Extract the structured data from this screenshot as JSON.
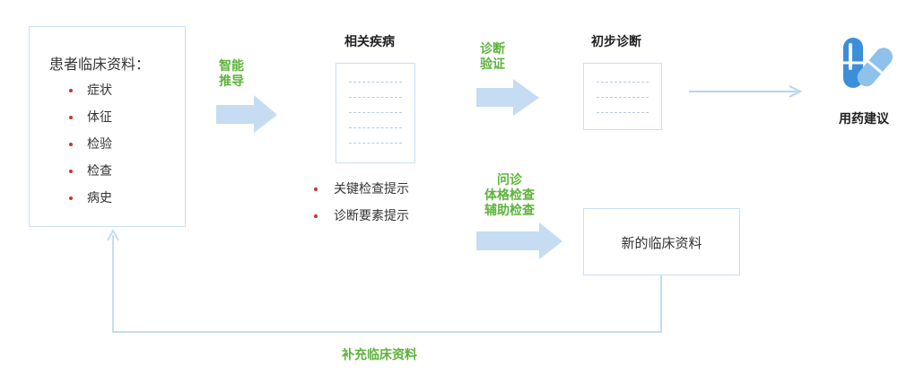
{
  "patient_box": {
    "title": "患者临床资料：",
    "items": [
      "症状",
      "体征",
      "检验",
      "检查",
      "病史"
    ]
  },
  "labels": {
    "smart_reasoning": [
      "智能",
      "推导"
    ],
    "diagnosis_verify": [
      "诊断",
      "验证"
    ],
    "inquiry": [
      "问诊",
      "体格检查",
      "辅助检查"
    ],
    "supplement": "补充临床资料"
  },
  "related_diseases": {
    "title": "相关疾病",
    "hints": [
      "关键检查提示",
      "诊断要素提示"
    ]
  },
  "preliminary_diagnosis": {
    "title": "初步诊断"
  },
  "new_clinical_box": {
    "label": "新的临床资料"
  },
  "medication": {
    "label": "用药建议",
    "icon": "pill-icon"
  },
  "colors": {
    "arrow_fill": "#c5dcf2",
    "box_border": "#c9dff3",
    "green_label": "#5db33a",
    "bullet": "#c0392b",
    "pill_blue": "#3a8fd8"
  }
}
